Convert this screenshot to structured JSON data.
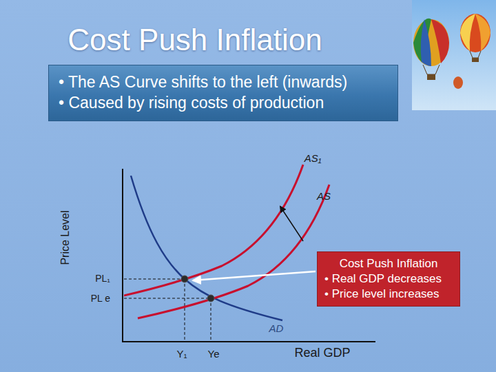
{
  "diagram": {
    "title": "Cost Push Inflation",
    "nodes": [
      {
        "text": [
          "• The AS Curve shifts to the left (inwards)",
          "• Caused by rising costs of production"
        ]
      },
      {
        "text": [
          "Cost Push Inflation",
          "• Real GDP decreases",
          "• Price level increases"
        ]
      }
    ],
    "labels": [
      "AS₁",
      "AS",
      "Price Level",
      "PL₁",
      "PL e",
      "AD",
      "Y₁",
      "Ye",
      "Real GDP"
    ]
  }
}
